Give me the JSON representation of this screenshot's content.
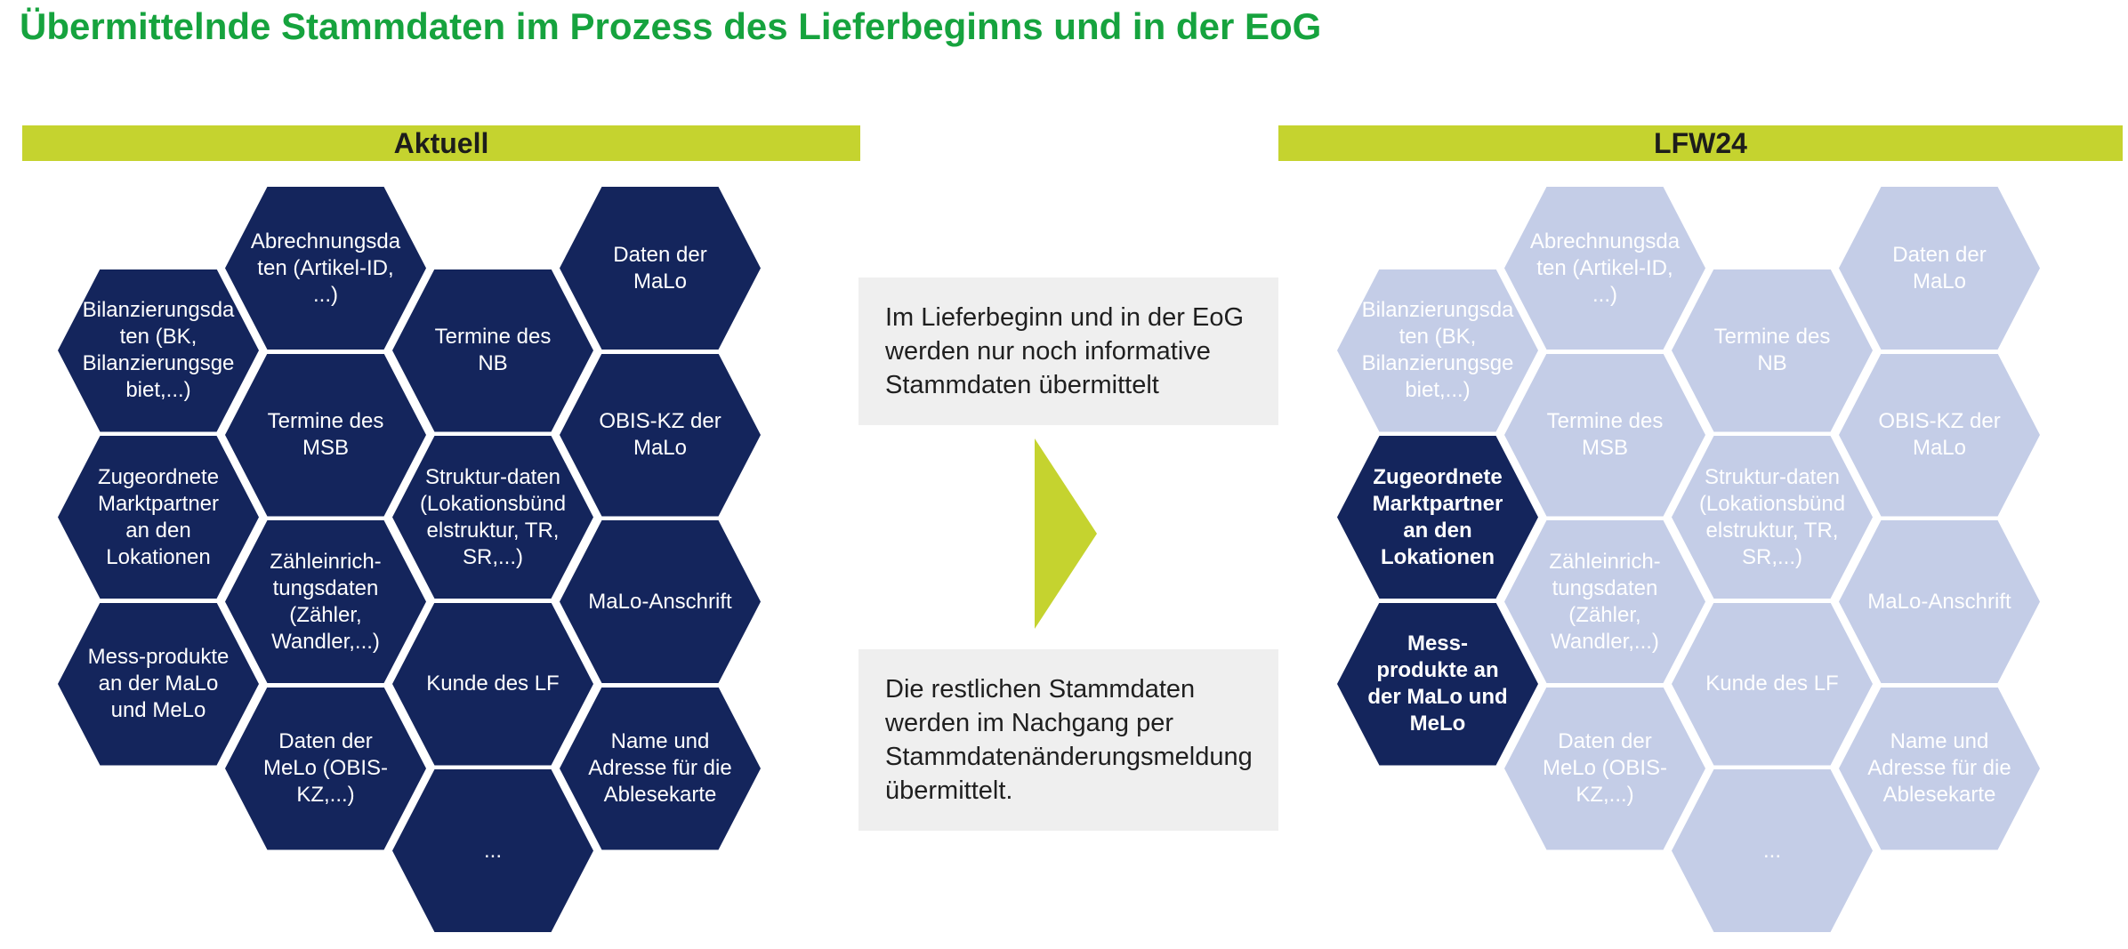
{
  "title": "Übermittelnde Stammdaten im Prozess des Lieferbeginns und in der EoG",
  "colors": {
    "title_green": "#16a33e",
    "band_yellow_green": "#c5d32f",
    "hex_dark_navy": "#14255c",
    "hex_light_blue": "#c4cde7",
    "info_box_gray": "#efefef",
    "hex_text": "#ffffff",
    "band_text": "#1d1d1b"
  },
  "middle": {
    "box1": "Im Lieferbeginn und in der EoG werden nur noch informative Stammdaten übermittelt",
    "box2": "Die restlichen Stammdaten werden im Nachgang per Stammdatenänderungsmeldung übermittelt.",
    "arrow_icon": "right-triangle-arrow"
  },
  "sections": {
    "aktuell": {
      "header": "Aktuell",
      "hexagons": [
        {
          "name": "bilanzierungsdaten",
          "col": 0,
          "row": 0,
          "variant": "dark",
          "label": "Bilanzierungsda\nten (BK,\nBilanzierungsge\nbiet,...)"
        },
        {
          "name": "zugeordnete-marktpartner",
          "col": 0,
          "row": 1,
          "variant": "dark",
          "label": "Zugeordnete\nMarktpartner\nan den\nLokationen"
        },
        {
          "name": "messprodukte",
          "col": 0,
          "row": 2,
          "variant": "dark",
          "label": "Mess-produkte\nan der MaLo\nund MeLo"
        },
        {
          "name": "abrechnungsdaten",
          "col": 1,
          "row": 0,
          "variant": "dark",
          "label": "Abrechnungsda\nten (Artikel-ID,\n...)"
        },
        {
          "name": "termine-des-msb",
          "col": 1,
          "row": 1,
          "variant": "dark",
          "label": "Termine des\nMSB"
        },
        {
          "name": "zaehleinrichtungsdaten",
          "col": 1,
          "row": 2,
          "variant": "dark",
          "label": "Zähleinrich-\ntungsdaten\n(Zähler,\nWandler,...)"
        },
        {
          "name": "daten-der-melo",
          "col": 1,
          "row": 3,
          "variant": "dark",
          "label": "Daten der\nMeLo (OBIS-\nKZ,...)"
        },
        {
          "name": "termine-des-nb",
          "col": 2,
          "row": 0,
          "variant": "dark",
          "label": "Termine des\nNB"
        },
        {
          "name": "strukturdaten",
          "col": 2,
          "row": 1,
          "variant": "dark",
          "label": "Struktur-daten\n(Lokationsbünd\nelstruktur, TR,\nSR,...)"
        },
        {
          "name": "kunde-des-lf",
          "col": 2,
          "row": 2,
          "variant": "dark",
          "label": "Kunde des LF"
        },
        {
          "name": "weitere-daten",
          "col": 2,
          "row": 3,
          "variant": "dark",
          "label": "..."
        },
        {
          "name": "daten-der-malo",
          "col": 3,
          "row": 0,
          "variant": "dark",
          "label": "Daten der\nMaLo"
        },
        {
          "name": "obis-kz-der-malo",
          "col": 3,
          "row": 1,
          "variant": "dark",
          "label": "OBIS-KZ der\nMaLo"
        },
        {
          "name": "malo-anschrift",
          "col": 3,
          "row": 2,
          "variant": "dark",
          "label": "MaLo-Anschrift"
        },
        {
          "name": "name-adresse-ablesekarte",
          "col": 3,
          "row": 3,
          "variant": "dark",
          "label": "Name und\nAdresse für die\nAblesekarte"
        }
      ]
    },
    "lfw24": {
      "header": "LFW24",
      "hexagons": [
        {
          "name": "bilanzierungsdaten",
          "col": 0,
          "row": 0,
          "variant": "light",
          "label": "Bilanzierungsda\nten (BK,\nBilanzierungsge\nbiet,...)"
        },
        {
          "name": "zugeordnete-marktpartner",
          "col": 0,
          "row": 1,
          "variant": "highlight",
          "label": "Zugeordnete\nMarktpartner\nan den\nLokationen"
        },
        {
          "name": "messprodukte",
          "col": 0,
          "row": 2,
          "variant": "highlight",
          "label": "Mess-\nprodukte an\nder MaLo und\nMeLo"
        },
        {
          "name": "abrechnungsdaten",
          "col": 1,
          "row": 0,
          "variant": "light",
          "label": "Abrechnungsda\nten (Artikel-ID,\n...)"
        },
        {
          "name": "termine-des-msb",
          "col": 1,
          "row": 1,
          "variant": "light",
          "label": "Termine des\nMSB"
        },
        {
          "name": "zaehleinrichtungsdaten",
          "col": 1,
          "row": 2,
          "variant": "light",
          "label": "Zähleinrich-\ntungsdaten\n(Zähler,\nWandler,...)"
        },
        {
          "name": "daten-der-melo",
          "col": 1,
          "row": 3,
          "variant": "light",
          "label": "Daten der\nMeLo (OBIS-\nKZ,...)"
        },
        {
          "name": "termine-des-nb",
          "col": 2,
          "row": 0,
          "variant": "light",
          "label": "Termine des\nNB"
        },
        {
          "name": "strukturdaten",
          "col": 2,
          "row": 1,
          "variant": "light",
          "label": "Struktur-daten\n(Lokationsbünd\nelstruktur, TR,\nSR,...)"
        },
        {
          "name": "kunde-des-lf",
          "col": 2,
          "row": 2,
          "variant": "light",
          "label": "Kunde des LF"
        },
        {
          "name": "weitere-daten",
          "col": 2,
          "row": 3,
          "variant": "light",
          "label": "..."
        },
        {
          "name": "daten-der-malo",
          "col": 3,
          "row": 0,
          "variant": "light",
          "label": "Daten der\nMaLo"
        },
        {
          "name": "obis-kz-der-malo",
          "col": 3,
          "row": 1,
          "variant": "light",
          "label": "OBIS-KZ der\nMaLo"
        },
        {
          "name": "malo-anschrift",
          "col": 3,
          "row": 2,
          "variant": "light",
          "label": "MaLo-Anschrift"
        },
        {
          "name": "name-adresse-ablesekarte",
          "col": 3,
          "row": 3,
          "variant": "light",
          "label": "Name und\nAdresse für die\nAblesekarte"
        }
      ]
    }
  }
}
